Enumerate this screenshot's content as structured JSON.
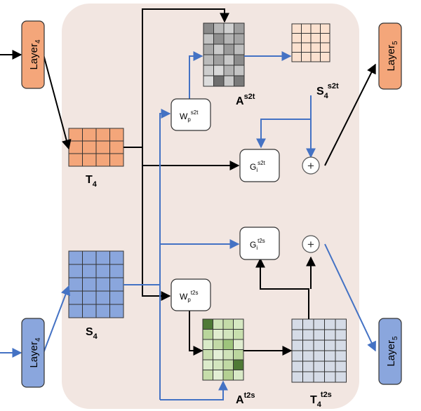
{
  "layer_blocks": {
    "top_left": {
      "label": "Layer",
      "sub": "4",
      "color": "#f4a67a"
    },
    "top_right": {
      "label": "Layer",
      "sub": "5",
      "color": "#f4a67a"
    },
    "bot_left": {
      "label": "Layer",
      "sub": "4",
      "color": "#8aa6dd"
    },
    "bot_right": {
      "label": "Layer",
      "sub": "5",
      "color": "#8aa6dd"
    }
  },
  "labels": {
    "t4": {
      "base": "T",
      "sub": "4"
    },
    "s4": {
      "base": "S",
      "sub": "4"
    },
    "as2t": {
      "base": "A",
      "sup": "s2t"
    },
    "s4s2t": {
      "base": "S",
      "sub": "4",
      "sup": "s2t"
    },
    "at2s": {
      "base": "A",
      "sup": "t2s"
    },
    "t4t2s": {
      "base": "T",
      "sub": "4",
      "sup": "t2s"
    }
  },
  "ops": {
    "wp_s2t": {
      "base": "W",
      "sub": "p",
      "sup": "s2t"
    },
    "gi_s2t": {
      "base": "G",
      "sub": "i",
      "sup": "s2t"
    },
    "gi_t2s": {
      "base": "G",
      "sub": "i",
      "sup": "t2s"
    },
    "wp_t2s": {
      "base": "W",
      "sub": "p",
      "sup": "t2s"
    },
    "plus_symbol": "+"
  },
  "colors": {
    "panel_bg": "#f2e6e1",
    "flow_black": "#000000",
    "flow_blue": "#4472c4",
    "t4_fill": "#f4a67a",
    "s4_fill": "#8aa6dd",
    "s4s2t_fill": "#fbe1cf",
    "t4t2s_fill": "#d5dbe6"
  }
}
